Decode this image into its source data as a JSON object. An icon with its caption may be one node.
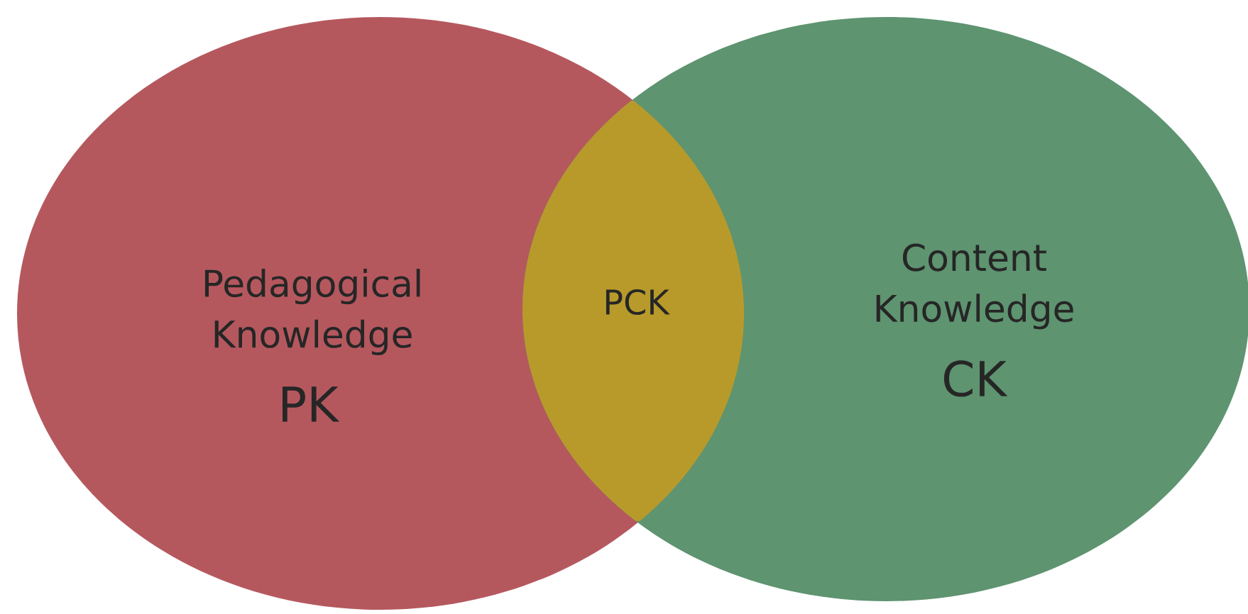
{
  "diagram": {
    "nodes": [
      {
        "text": [
          "Pedagogical Knowledge",
          "PK"
        ]
      },
      {
        "text": [
          "Content Knowledge",
          "CK"
        ]
      },
      {
        "text": [
          "PCK"
        ]
      }
    ]
  }
}
